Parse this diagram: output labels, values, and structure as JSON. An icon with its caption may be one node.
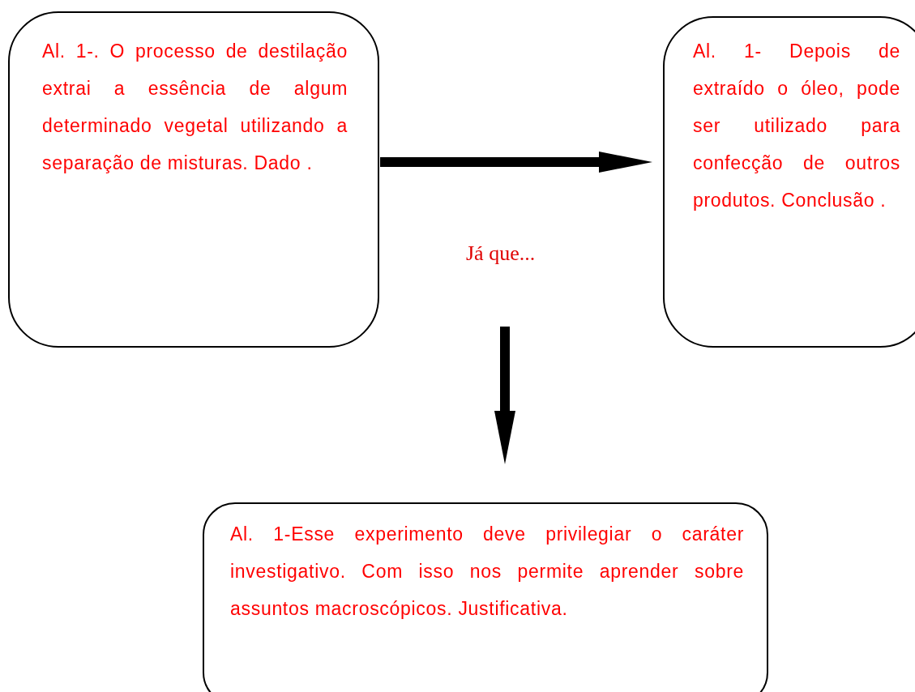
{
  "diagram": {
    "nodes": [
      {
        "text": [
          "Al. 1-. O processo de destilação extrai a essência de algum determinado vegetal utilizando a separação de misturas.  Dado ."
        ]
      },
      {
        "text": [
          "Al. 1- Depois de extraído o óleo, pode ser utilizado para confecção de outros produtos.  Conclusão ."
        ]
      },
      {
        "text": [
          "Al. 1-Esse experimento deve privilegiar o caráter investigativo. Com isso nos permite aprender sobre assuntos macroscópicos. Justificativa."
        ]
      },
      {
        "text": [
          "Já que..."
        ]
      }
    ],
    "edges": [
      {
        "from": 0,
        "to": 1,
        "arrow": "to"
      },
      {
        "from": 3,
        "to": 2,
        "arrow": "to"
      }
    ]
  }
}
